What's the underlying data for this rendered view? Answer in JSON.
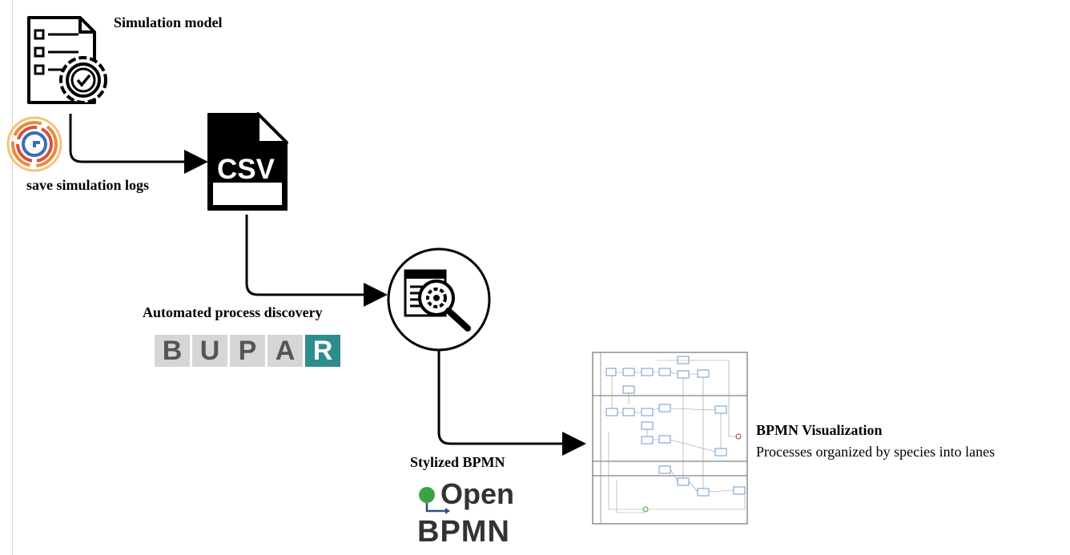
{
  "labels": {
    "simulation_model": "Simulation model",
    "save_logs": "save simulation logs",
    "process_discovery": "Automated process discovery",
    "stylized_bpmn": "Stylized BPMN",
    "bpmn_visualization": "BPMN Visualization",
    "bpmn_description": "Processes organized by species into lanes"
  },
  "csv_icon": {
    "text": "CSV"
  },
  "bupar_logo": {
    "letters": [
      "B",
      "U",
      "P",
      "A",
      "R"
    ],
    "accent": "#2e8c8c"
  },
  "openbpmn_logo": {
    "line1": "Open",
    "line2": "BPMN",
    "dot_color": "#3aa34a"
  },
  "icons": {
    "simulation": "document-gear-check-icon",
    "gama": "gama-platform-logo-icon",
    "file": "csv-file-icon",
    "discovery": "report-gear-magnifier-icon"
  }
}
